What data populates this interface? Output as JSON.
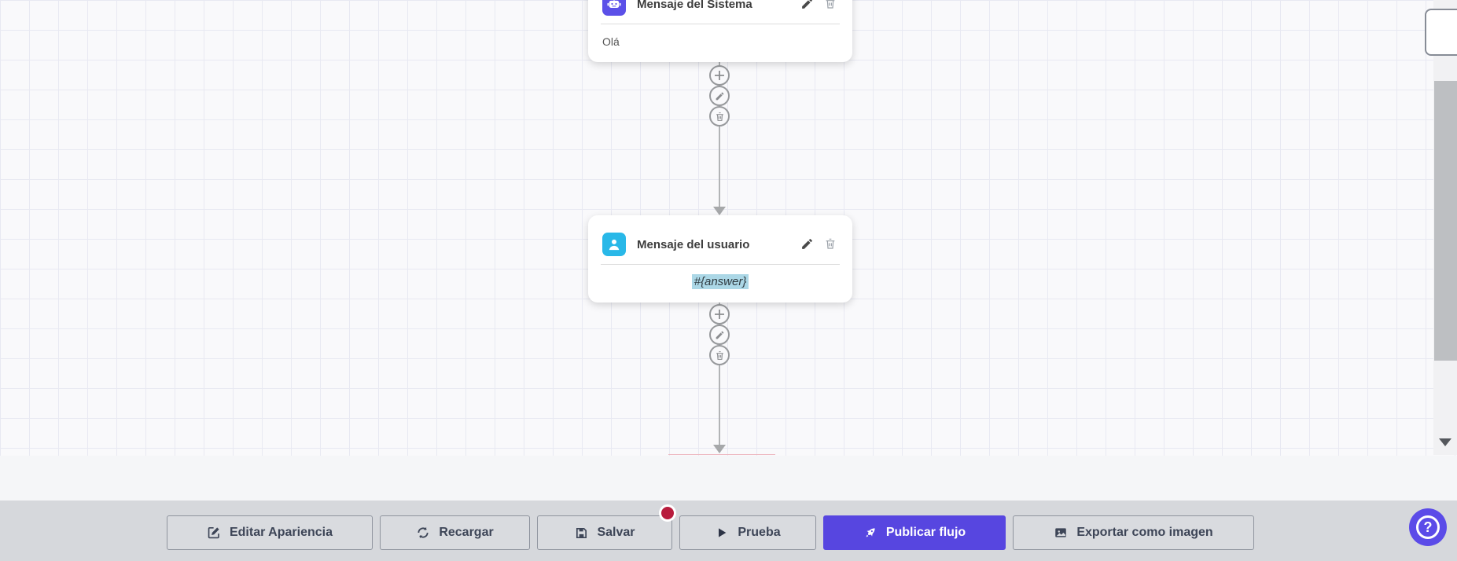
{
  "canvas": {
    "nodes": [
      {
        "title": "Mensaje del Sistema",
        "body": "Olá",
        "icon": "robot-icon",
        "icon_color": "#5b50e8"
      },
      {
        "title": "Mensaje del usuario",
        "body": "#{answer}",
        "icon": "user-icon",
        "icon_color": "#29b8e8",
        "body_highlight_color": "#abd7e6"
      }
    ],
    "connector_actions": [
      "add",
      "edit",
      "delete"
    ]
  },
  "toolbar": {
    "buttons": [
      {
        "label": "Editar Apariencia",
        "icon": "edit-square-icon"
      },
      {
        "label": "Recargar",
        "icon": "refresh-icon"
      },
      {
        "label": "Salvar",
        "icon": "save-icon",
        "badge": true
      },
      {
        "label": "Prueba",
        "icon": "play-icon"
      },
      {
        "label": "Publicar flujo",
        "icon": "rocket-icon",
        "primary": true
      },
      {
        "label": "Exportar como imagen",
        "icon": "image-icon"
      }
    ],
    "primary_color": "#5746e0",
    "badge_color": "#b81c3d"
  },
  "help_button": {
    "label": "?"
  }
}
